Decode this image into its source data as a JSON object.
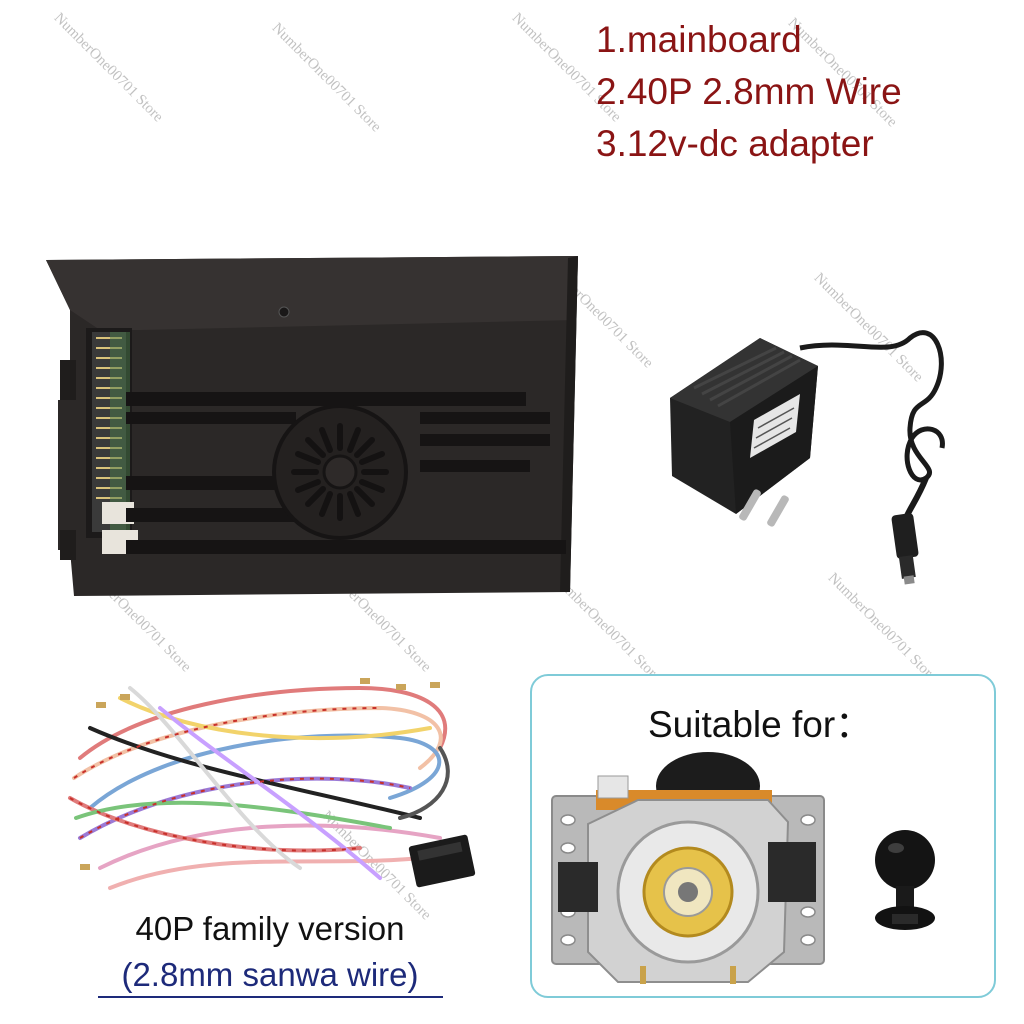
{
  "package_contents": [
    "1.mainboard",
    "2.40P 2.8mm Wire",
    "3.12v-dc adapter"
  ],
  "wire_caption": {
    "line1": "40P family version",
    "line2": "(2.8mm sanwa wire)"
  },
  "suitable_title": "Suitable for：",
  "watermark": "NumberOne00701 Store",
  "colors": {
    "contents_text": "#8a1414",
    "caption_link": "#1d2a7a",
    "box_border": "#7fcbd8",
    "device_body": "#2b2827"
  }
}
